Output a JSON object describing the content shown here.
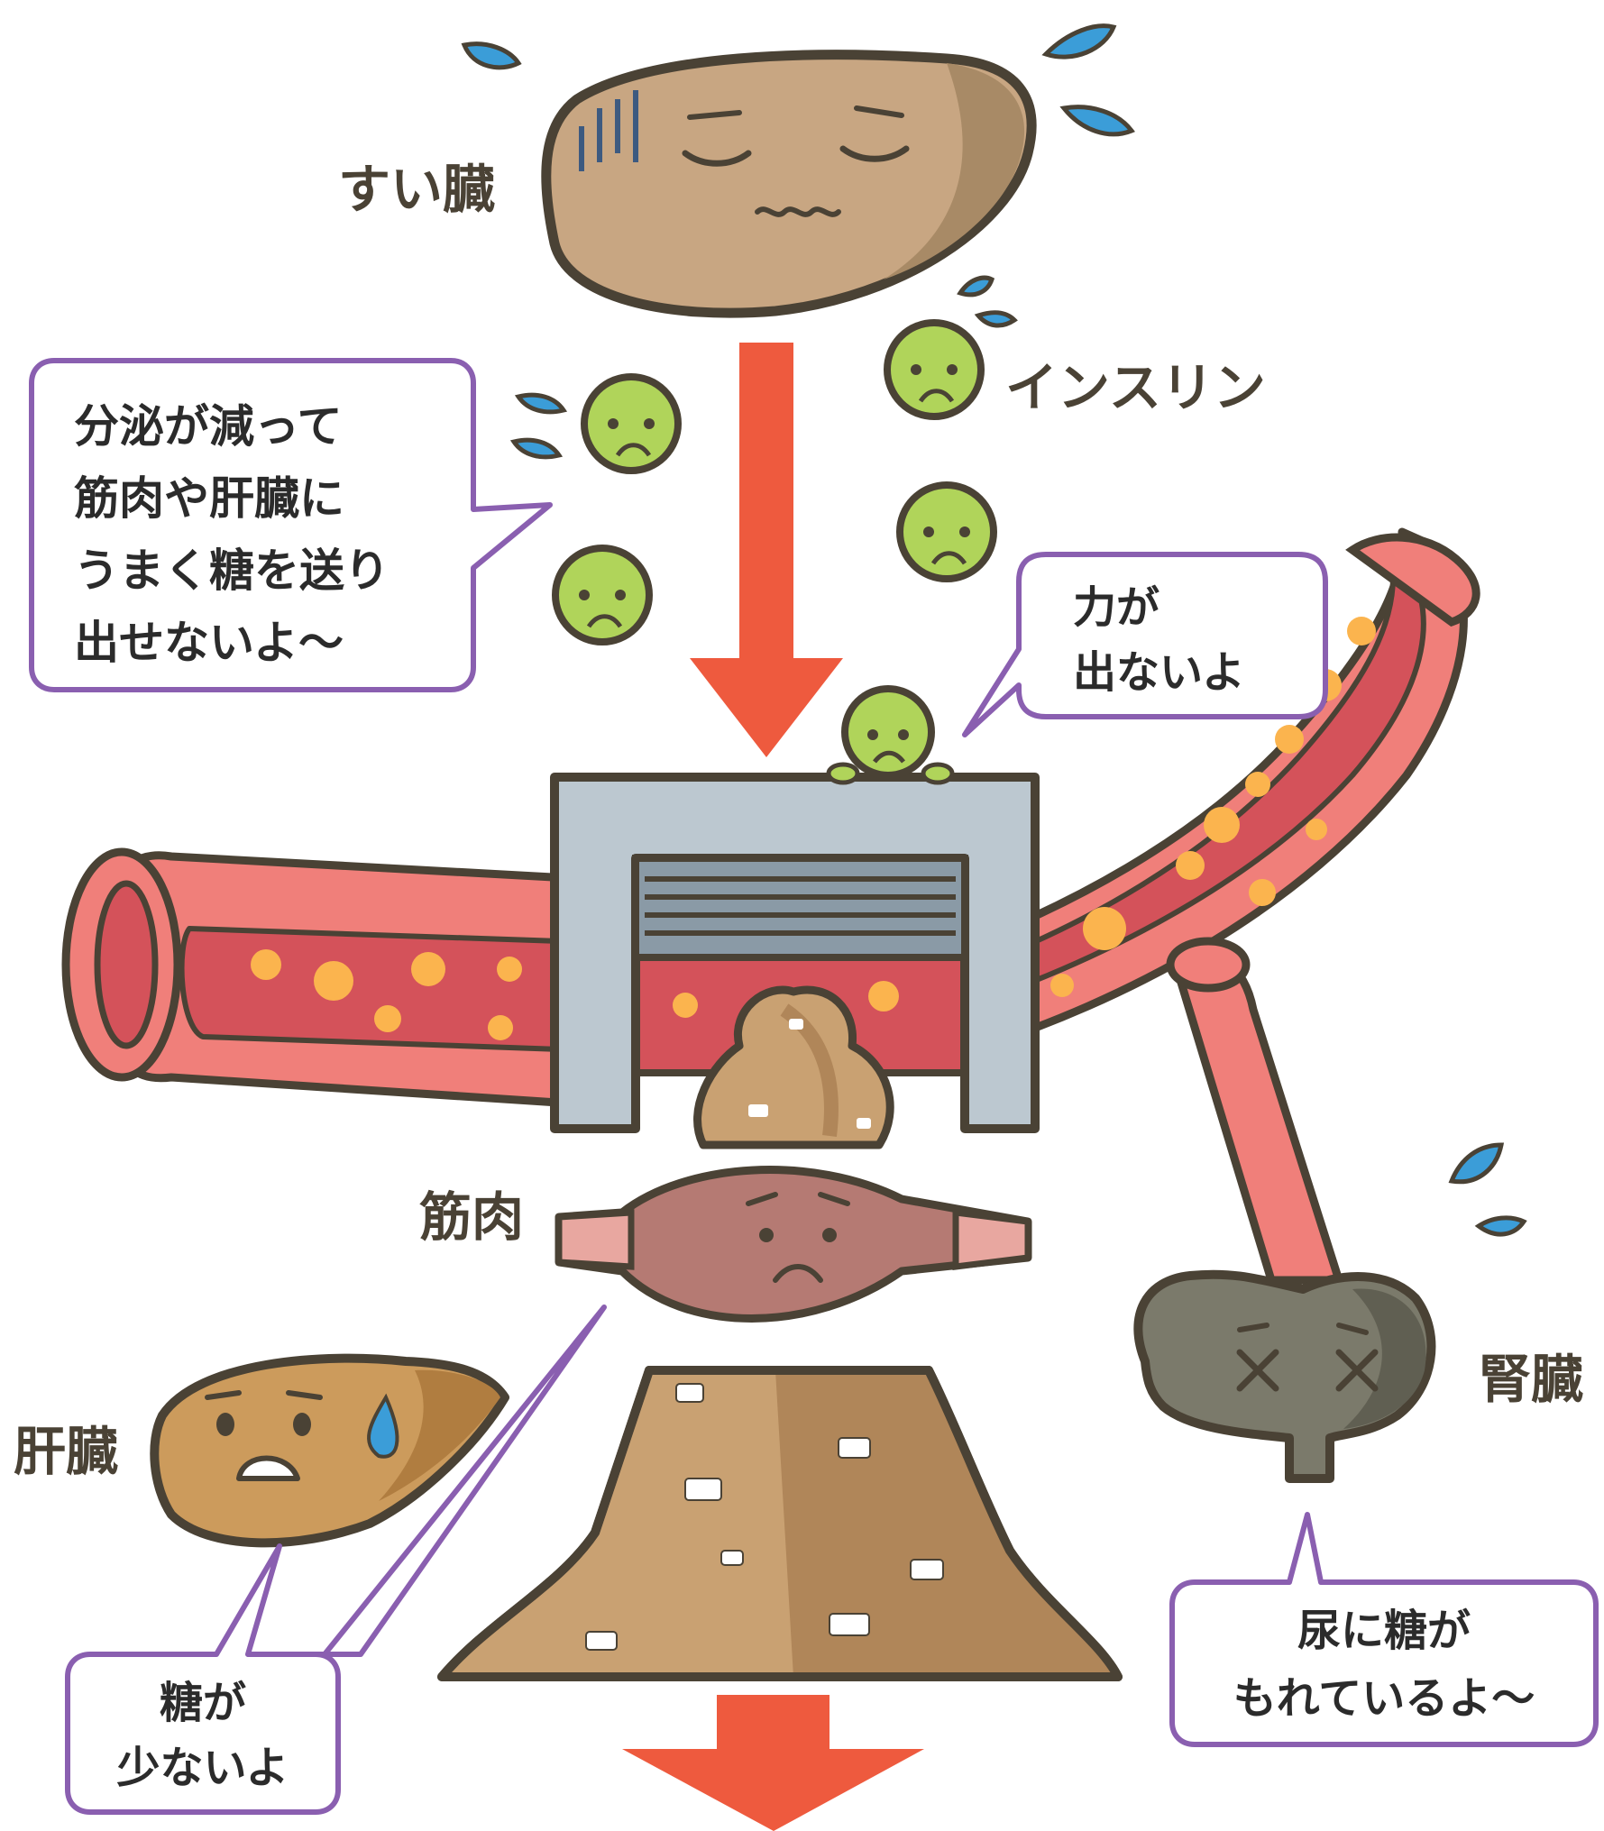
{
  "labels": {
    "pancreas": "すい臓",
    "insulin": "インスリン",
    "muscle": "筋肉",
    "liver": "肝臓",
    "kidney": "腎臓"
  },
  "bubbles": {
    "pancreas_secretion": [
      "分泌が減って",
      "筋肉や肝臓に",
      "うまく糖を送り",
      "出せないよ～"
    ],
    "insulin_no_power": [
      "力が",
      "出ないよ"
    ],
    "low_sugar": [
      "糖が",
      "少ないよ"
    ],
    "urine_sugar": [
      "尿に糖が",
      "もれているよ～"
    ]
  },
  "colors": {
    "outline": "#4a4235",
    "arrow": "#ee5a3e",
    "bubble_border": "#8a5fb0",
    "vessel_outer": "#f07f7a",
    "vessel_inner": "#d4525a",
    "sugar_dot": "#fbb44e",
    "pancreas": "#c8a682",
    "insulin": "#b0d45a",
    "muscle": "#b57a73",
    "sugar_pile": "#c9a172",
    "liver": "#cc9b5c",
    "kidney": "#7b7a6b",
    "gate": "#bcc8d0",
    "sweat": "#3b9dd8"
  }
}
